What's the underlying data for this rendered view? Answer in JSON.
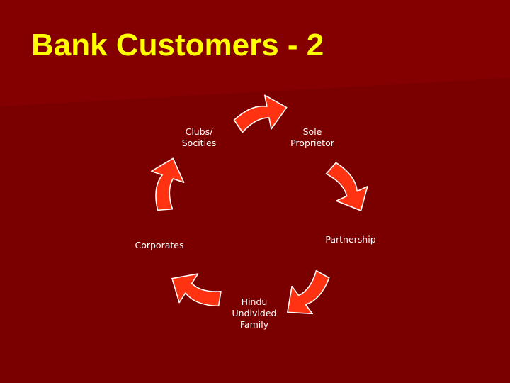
{
  "slide": {
    "title": "Bank Customers - 2",
    "colors": {
      "background": "#7a0000",
      "title": "#ffff00",
      "label": "#ffffff",
      "arrow_fill": "#ff3311",
      "arrow_stroke": "#ffffff"
    }
  },
  "cycle": {
    "nodes": [
      {
        "id": "sole",
        "label": "Sole\nProprietor"
      },
      {
        "id": "partnership",
        "label": "Partnership"
      },
      {
        "id": "hindu",
        "label": "Hindu\nUndivided\nFamily"
      },
      {
        "id": "corporates",
        "label": "Corporates"
      },
      {
        "id": "clubs",
        "label": "Clubs/\nSocities"
      }
    ],
    "edges": [
      {
        "from": "clubs",
        "to": "sole"
      },
      {
        "from": "sole",
        "to": "partnership"
      },
      {
        "from": "partnership",
        "to": "hindu"
      },
      {
        "from": "hindu",
        "to": "corporates"
      },
      {
        "from": "corporates",
        "to": "clubs"
      }
    ]
  }
}
